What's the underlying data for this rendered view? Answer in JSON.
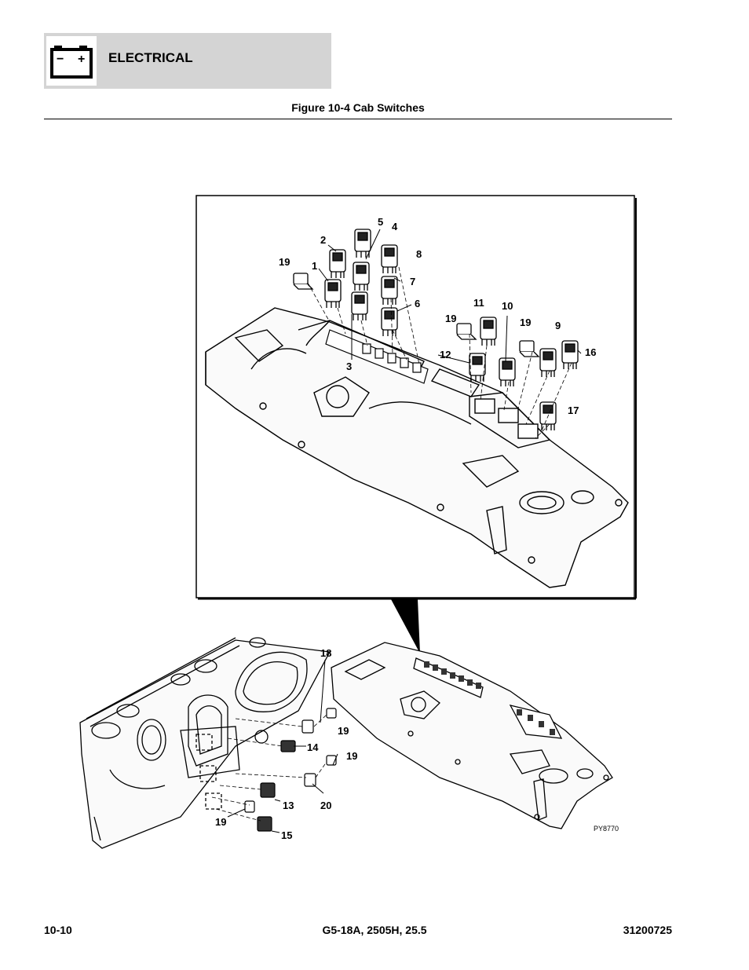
{
  "header": {
    "section_title": "ELECTRICAL",
    "battery_icon_minus": "−",
    "battery_icon_plus": "+"
  },
  "figure": {
    "caption": "Figure 10-4 Cab Switches",
    "image_code": "PY8770",
    "callouts_detail": [
      "5",
      "4",
      "2",
      "8",
      "19",
      "1",
      "7",
      "6",
      "11",
      "10",
      "19",
      "19",
      "9",
      "16",
      "12",
      "3",
      "17"
    ],
    "callouts_overview": [
      "18",
      "19",
      "14",
      "19",
      "13",
      "20",
      "19",
      "15"
    ]
  },
  "footer": {
    "page_number": "10-10",
    "models": "G5-18A, 2505H, 25.5",
    "doc_number": "31200725"
  }
}
